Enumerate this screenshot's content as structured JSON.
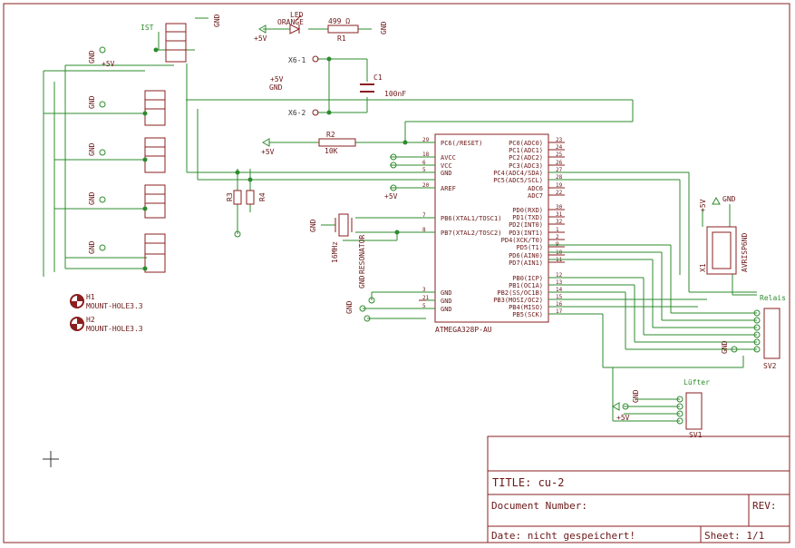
{
  "colors": {
    "wire": "#2e8b2e",
    "part": "#8b1f1f",
    "frame": "#8b1f1f",
    "text_dark": "#6b1717"
  },
  "title_block": {
    "title": "TITLE:  cu-2",
    "document_number": "Document Number:",
    "rev": "REV:",
    "date": "Date: nicht gespeichert!",
    "sheet": "Sheet: 1/1"
  },
  "mcu": {
    "name": "ATMEGA328P-AU",
    "left_pins": [
      "PC6(/RESET)",
      "AVCC",
      "VCC",
      "GND",
      "AREF",
      "PB6(XTAL1/TOSC1)",
      "PB7(XTAL2/TOSC2)",
      "GND",
      "GND",
      "GND"
    ],
    "right_pins": [
      "PC0(ADC0)",
      "PC1(ADC1)",
      "PC2(ADC2)",
      "PC3(ADC3)",
      "PC4(ADC4/SDA)",
      "PC5(ADC5/SCL)",
      "ADC6",
      "ADC7",
      "PD0(RXD)",
      "PD1(TXD)",
      "PD2(INT0)",
      "PD3(INT1)",
      "PD4(XCK/T0)",
      "PD5(T1)",
      "PD6(AIN0)",
      "PD7(AIN1)",
      "PB0(ICP)",
      "PB1(OC1A)",
      "PB2(SS/OC1B)",
      "PB3(MOSI/OC2)",
      "PB4(MISO)",
      "PB5(SCK)"
    ],
    "left_nums": [
      "29",
      "18",
      "6",
      "5",
      "20",
      "7",
      "8",
      "3",
      "21",
      "5"
    ],
    "right_nums": [
      "23",
      "24",
      "25",
      "26",
      "27",
      "28",
      "19",
      "22",
      "30",
      "31",
      "32",
      "1",
      "2",
      "9",
      "10",
      "11",
      "12",
      "13",
      "14",
      "15",
      "16",
      "17"
    ]
  },
  "labels": {
    "led": "LED",
    "led_color": "ORANGE",
    "r1_val": "499 Ω",
    "r1": "R1",
    "x6_1": "X6-1",
    "x6_2": "X6-2",
    "c1": "C1",
    "c1_val": "100nF",
    "r2": "R2",
    "r2_val": "10K",
    "r3": "R3",
    "r4": "R4",
    "resonator": "RESONATOR",
    "freq": "16MHz",
    "gnd": "GND",
    "p5v": "+5V",
    "ist": "IST",
    "mount1": "H1",
    "mount1_val": "MOUNT-HOLE3.3",
    "mount2": "H2",
    "mount2_val": "MOUNT-HOLE3.3",
    "relais": "Relais",
    "sv2": "SV2",
    "lufter": "Lüfter",
    "sv1": "SV1",
    "isp": "AVRISP6ND",
    "isp_ref": "X1"
  }
}
